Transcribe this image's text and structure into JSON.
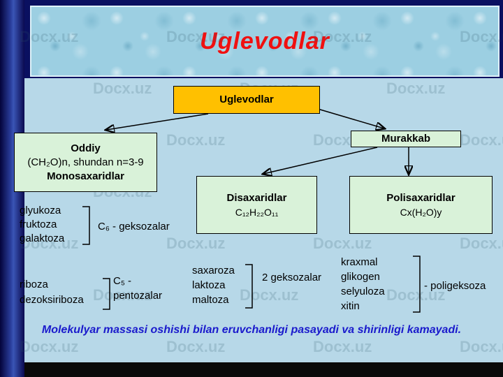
{
  "watermark": "Docx.uz",
  "header": {
    "title": "Uglevodlar"
  },
  "diagram": {
    "root_label": "Uglevodlar",
    "simple_box": {
      "line1": "Oddiy",
      "line2": "(CH₂O)n, shundan n=3-9",
      "line3": "Monosaxaridlar"
    },
    "complex_label": "Murakkab",
    "disaccharide_box": {
      "title": "Disaxaridlar",
      "formula": "C₁₂H₂₂O₁₁"
    },
    "polysaccharide_box": {
      "title": "Polisaxaridlar",
      "formula": "Cx(H₂O)y"
    }
  },
  "groups": {
    "hexoses": {
      "items": [
        "glyukoza",
        "fruktoza",
        "galaktoza"
      ],
      "label": "C₆ - geksozalar"
    },
    "pentoses": {
      "items": [
        "riboza",
        "dezoksiriboza"
      ],
      "label": "C₅ - pentozalar"
    },
    "disaccharides": {
      "items": [
        "saxaroza",
        "laktoza",
        "maltoza"
      ],
      "label": "2 geksozalar"
    },
    "polysaccharides": {
      "items": [
        "kraxmal",
        "glikogen",
        "selyuloza",
        "xitin"
      ],
      "label": "- poligeksoza"
    }
  },
  "footer": {
    "text": "Molekulyar massasi oshishi bilan eruvchanligi pasayadi va shirinligi kamayadi."
  },
  "colors": {
    "title-red": "#f01010",
    "accent-orange": "#ffc000",
    "box-green": "#d9f2d9",
    "footer-blue": "#1a1acc",
    "sidebar-navy": "#0a1060"
  }
}
